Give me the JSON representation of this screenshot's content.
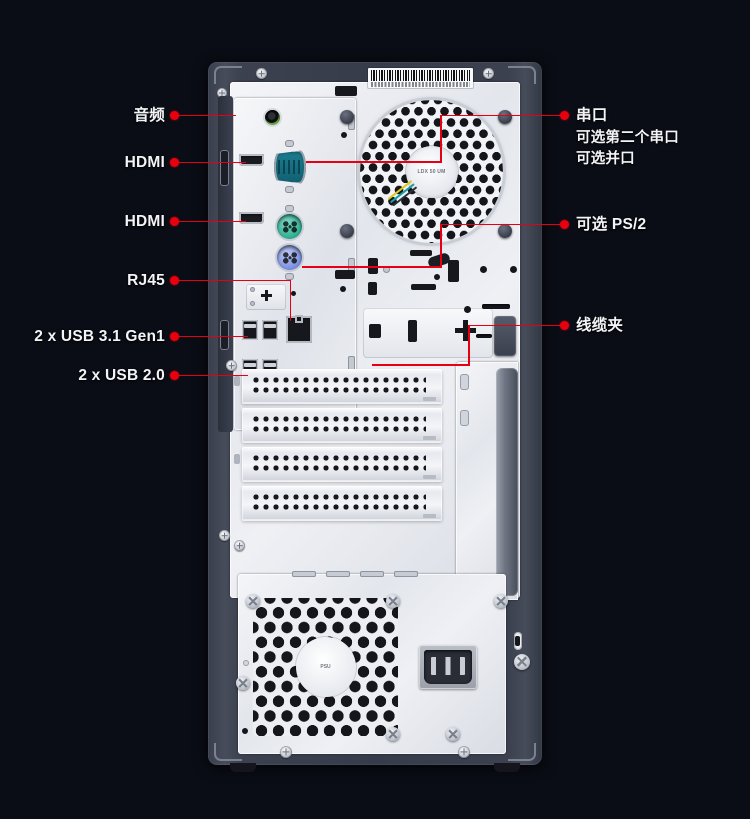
{
  "page": {
    "title": "Desktop PC rear I/O panel diagram",
    "background_color": "#0a0d15",
    "accent_color": "#e60012",
    "label_color": "#f2f4f8"
  },
  "callouts": {
    "left": [
      {
        "id": "audio",
        "label": "音频",
        "icon": "audio-jack-icon"
      },
      {
        "id": "hdmi1",
        "label": "HDMI",
        "icon": "hdmi-port-icon"
      },
      {
        "id": "hdmi2",
        "label": "HDMI",
        "icon": "hdmi-port-icon"
      },
      {
        "id": "rj45",
        "label": "RJ45",
        "icon": "ethernet-port-icon"
      },
      {
        "id": "usb31",
        "label": "2 x USB 3.1 Gen1",
        "icon": "usb-port-icon"
      },
      {
        "id": "usb20",
        "label": "2 x USB 2.0",
        "icon": "usb-port-icon"
      }
    ],
    "right": [
      {
        "id": "serial",
        "label": "串口",
        "sublabels": [
          "可选第二个串口",
          "可选并口"
        ],
        "icon": "serial-port-icon"
      },
      {
        "id": "ps2",
        "label": "可选 PS/2",
        "icon": "ps2-port-icon"
      },
      {
        "id": "cableclip",
        "label": "线缆夹",
        "icon": "cable-clip-icon"
      }
    ]
  },
  "chassis": {
    "fan_hub_text": "LDX 50 UM",
    "psu_hub_text": "PSU",
    "expansion_slots": 4,
    "port_colors": {
      "audio_jack": "#6aa83c",
      "serial": "#1d7f92",
      "ps2_keyboard": "#2fae92",
      "ps2_mouse": "#7b8fe0"
    }
  }
}
